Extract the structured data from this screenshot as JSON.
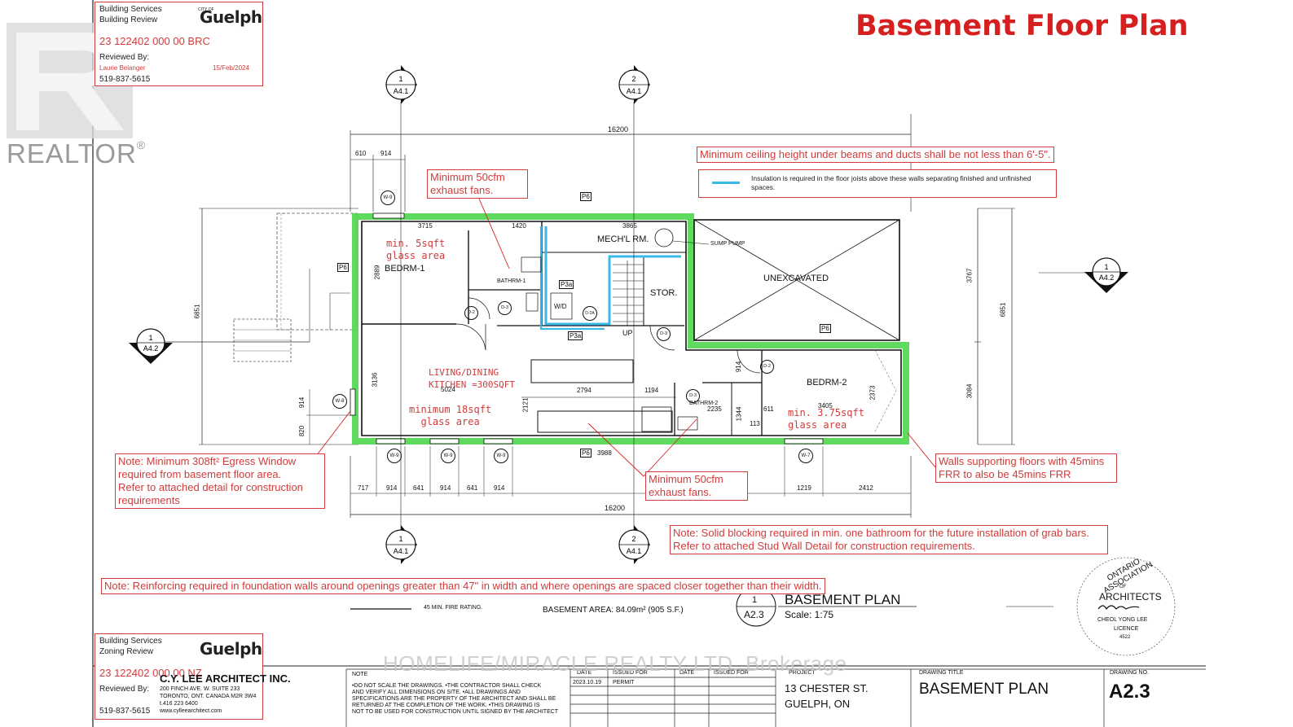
{
  "title": "Basement Floor Plan",
  "realtor": {
    "label": "REALTOR",
    "reg": "®"
  },
  "stamp_top": {
    "line1": "Building Services",
    "line2": "Building Review",
    "city": "Guelph",
    "city_prefix": "CITY OF",
    "number": "23 122402 000 00 BRC",
    "reviewed_label": "Reviewed By:",
    "reviewer": "Laurie Belanger",
    "date": "15/Feb/2024",
    "phone": "519-837-5615"
  },
  "stamp_bottom": {
    "line1": "Building Services",
    "line2": "Zoning Review",
    "city": "Guelph",
    "number": "23 122402 000 00 NZ",
    "reviewed_label": "Reviewed By:",
    "phone": "519-837-5615"
  },
  "notes": {
    "ceiling": "Minimum ceiling height under beams and ducts shall be not less than 6'-5\".",
    "insulation": "Insulation is required in the floor joists above these walls separating finished and unfinished spaces.",
    "fans_top": [
      "Minimum 50cfm",
      "exhaust fans."
    ],
    "fans_bottom": [
      "Minimum 50cfm",
      "exhaust fans."
    ],
    "egress": [
      "Note: Minimum 308ft² Egress Window",
      "required from basement floor area.",
      "Refer to attached detail for construction",
      "requirements"
    ],
    "walls": [
      "Walls supporting floors with 45mins",
      "FRR to also be 45mins FRR"
    ],
    "blocking": [
      "Note: Solid blocking required in min. one bathroom for the future installation of grab bars.",
      "Refer to attached Stud Wall Detail for construction requirements."
    ],
    "reinforcing": "Note: Reinforcing required in foundation walls around openings greater than 47\" in width and where openings are spaced closer together than their width."
  },
  "rooms": {
    "bedrm1": "BEDRM-1",
    "bathrm1": "BATHRM-1",
    "mech": "MECH'L RM.",
    "stor": "STOR.",
    "unexcavated": "UNEXCAVATED",
    "sump": "SUMP PUMP",
    "up": "UP",
    "wd": "W/D",
    "living": "LIVING/DINING",
    "kitchen": "KITCHEN =300SQFT",
    "bedrm2": "BEDRM-2",
    "bathrm2": "BATHRM-2"
  },
  "glass_notes": {
    "g1": [
      "min. 5sqft",
      "glass area"
    ],
    "g2": [
      "minimum 18sqft",
      "glass area"
    ],
    "g3": [
      "min. 3.75sqft",
      "glass area"
    ]
  },
  "dims": {
    "overall_top": "16200",
    "overall_bottom": "16200",
    "d610": "610",
    "d914a": "914",
    "d3715": "3715",
    "d1420": "1420",
    "d3865": "3865",
    "d2889": "2889",
    "d6851l": "6851",
    "d6851r": "6851",
    "d3767": "3767",
    "d3084": "3084",
    "d3136": "3136",
    "d5024": "5024",
    "d2794": "2794",
    "d1194": "1194",
    "d2121": "2121",
    "d2235": "2235",
    "d3405": "3405",
    "d1344": "1344",
    "d611": "611",
    "d113": "113",
    "d914c": "914",
    "d2373": "2373",
    "d914l": "914",
    "d820": "820",
    "d3988": "3988",
    "b717": "717",
    "b914a": "914",
    "b641a": "641",
    "b914b": "914",
    "b641b": "641",
    "b914c": "914",
    "b1219": "1219",
    "b2412": "2412"
  },
  "section_marks": [
    {
      "num": "1",
      "ref": "A4.1"
    },
    {
      "num": "2",
      "ref": "A4.1"
    },
    {
      "num": "1",
      "ref": "A4.2"
    },
    {
      "num": "1",
      "ref": "A4.2"
    },
    {
      "num": "1",
      "ref": "A4.1"
    },
    {
      "num": "2",
      "ref": "A4.1"
    }
  ],
  "tags": {
    "p6": "P6",
    "w8": "W-8",
    "w9": "W-9",
    "w7": "W-7",
    "d2": "D-2",
    "d3": "D-3",
    "d2a": "D-2A",
    "p3a": "P3a"
  },
  "legend": {
    "fire": "45 MIN. FIRE RATING.",
    "area_label": "BASEMENT AREA:",
    "area_value": "84.09m² (905 S.F.)"
  },
  "plan_title": {
    "num": "1",
    "sheet": "A2.3",
    "name": "BASEMENT PLAN",
    "scale": "Scale: 1:75"
  },
  "oaa_seal": {
    "arc": "ONTARIO ASSOCIATION",
    "of": "OF",
    "architects": "ARCHITECTS",
    "name": "CHEOL YONG LEE",
    "licence": "LICENCE",
    "licence_no": "4522"
  },
  "title_block": {
    "firm": "C.Y. LEE ARCHITECT INC.",
    "addr1": "200 FINCH AVE. W. SUITE 233",
    "addr2": "TORONTO, ONT. CANADA M2R 3W4",
    "tel": "t.416 223 6400",
    "web": "www.cylleearchitect.com",
    "note_label": "NOTE",
    "notes": [
      "•DO NOT SCALE THE DRAWINGS.   •THE CONTRACTOR SHALL CHECK",
      "AND VERIFY ALL DIMENSIONS ON SITE.   •ALL DRAWINGS AND",
      "SPECIFICATIONS ARE THE PROPERTY OF THE ARCHITECT AND SHALL BE",
      "RETURNED AT THE COMPLETION OF THE WORK.   •THIS DRAWING IS",
      "NOT TO BE USED FOR CONSTRUCTION UNTIL SIGNED BY THE ARCHITECT"
    ],
    "col_date": "DATE",
    "col_issued": "ISSUED FOR",
    "row_date": "2023.10.19",
    "row_issued": "PERMIT",
    "project_label": "PROJECT",
    "project1": "13 CHESTER ST.",
    "project2": "GUELPH, ON",
    "drawing_title_label": "DRAWING TITLE",
    "drawing_title": "BASEMENT PLAN",
    "drawing_no_label": "DRAWING NO.",
    "drawing_no": "A2.3"
  },
  "watermark": "HOMELIFE/MIRACLE REALTY LTD. Brokerage",
  "colors": {
    "red": "#d62020",
    "green": "#4cd64c",
    "blue": "#3ab8e8"
  }
}
